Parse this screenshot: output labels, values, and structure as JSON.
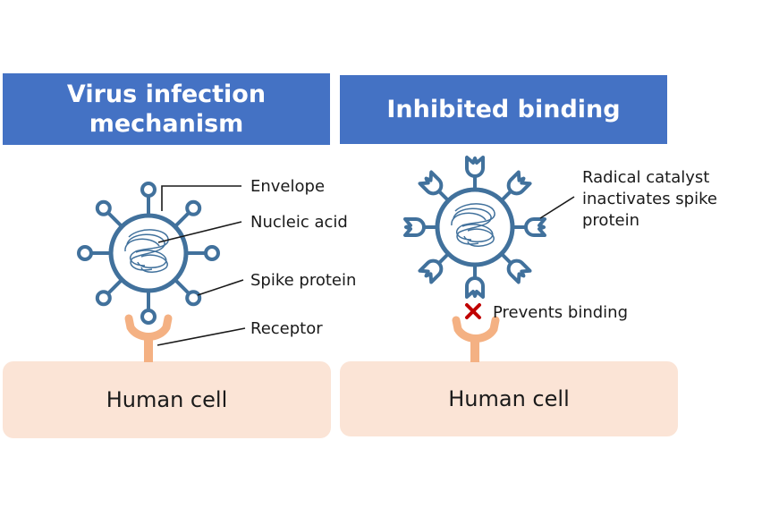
{
  "left_panel": {
    "title_line1": "Virus infection",
    "title_line2": "mechanism",
    "labels": {
      "envelope": "Envelope",
      "nucleic_acid": "Nucleic acid",
      "spike_protein": "Spike protein",
      "receptor": "Receptor"
    },
    "cell_label": "Human cell"
  },
  "right_panel": {
    "title": "Inhibited binding",
    "catalyst_line1": "Radical catalyst",
    "catalyst_line2": "inactivates spike",
    "catalyst_line3": "protein",
    "prevents_label": "Prevents binding",
    "cell_label": "Human cell"
  },
  "colors": {
    "header_bg": "#4472c4",
    "virus_stroke": "#41719c",
    "receptor_fill": "#f4b183",
    "cell_bg": "#fbe4d6",
    "cross": "#c00000"
  }
}
